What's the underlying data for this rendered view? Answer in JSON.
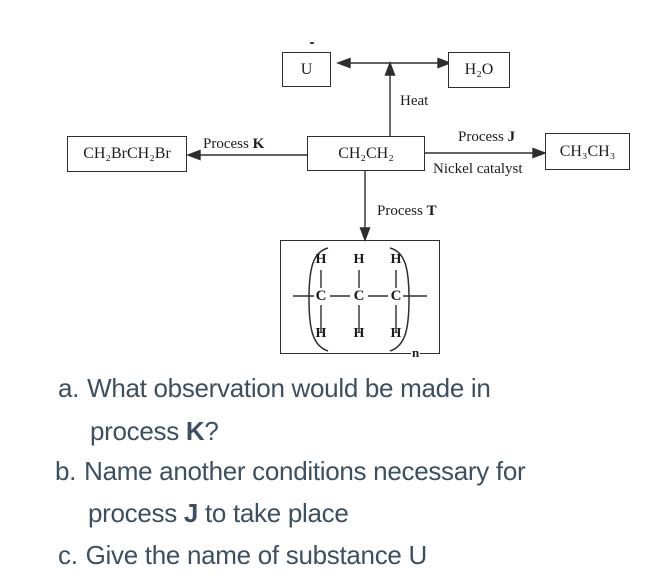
{
  "diagram": {
    "boxes": {
      "u": "U",
      "h2o": "H₂O",
      "dibromide": "CH₂BrCH₂Br",
      "ethene": "CH₂CH₂",
      "ethane": "CH₃CH₃"
    },
    "labels": {
      "heat": "Heat",
      "process_k_prefix": "Process ",
      "process_k_letter": "K",
      "process_j_prefix": "Process ",
      "process_j_letter": "J",
      "nickel_catalyst": "Nickel catalyst",
      "process_t_prefix": "Process ",
      "process_t_letter": "T"
    },
    "polymer": {
      "atom_h": "H",
      "atom_c": "C",
      "repeat_subscript": "n"
    }
  },
  "questions": {
    "a": {
      "marker": "a.",
      "line1": "What observation would be made in",
      "line2_pre": "process ",
      "line2_bold": "K",
      "line2_post": "?"
    },
    "b": {
      "marker": "b.",
      "line1": "Name another conditions necessary for",
      "line2_pre": "process ",
      "line2_bold": "J",
      "line2_post": " to take place"
    },
    "c": {
      "marker": "c.",
      "line1": "Give the name of substance U"
    }
  },
  "colors": {
    "question_text": "#3c5061",
    "diagram_ink": "#2e2e2e"
  }
}
